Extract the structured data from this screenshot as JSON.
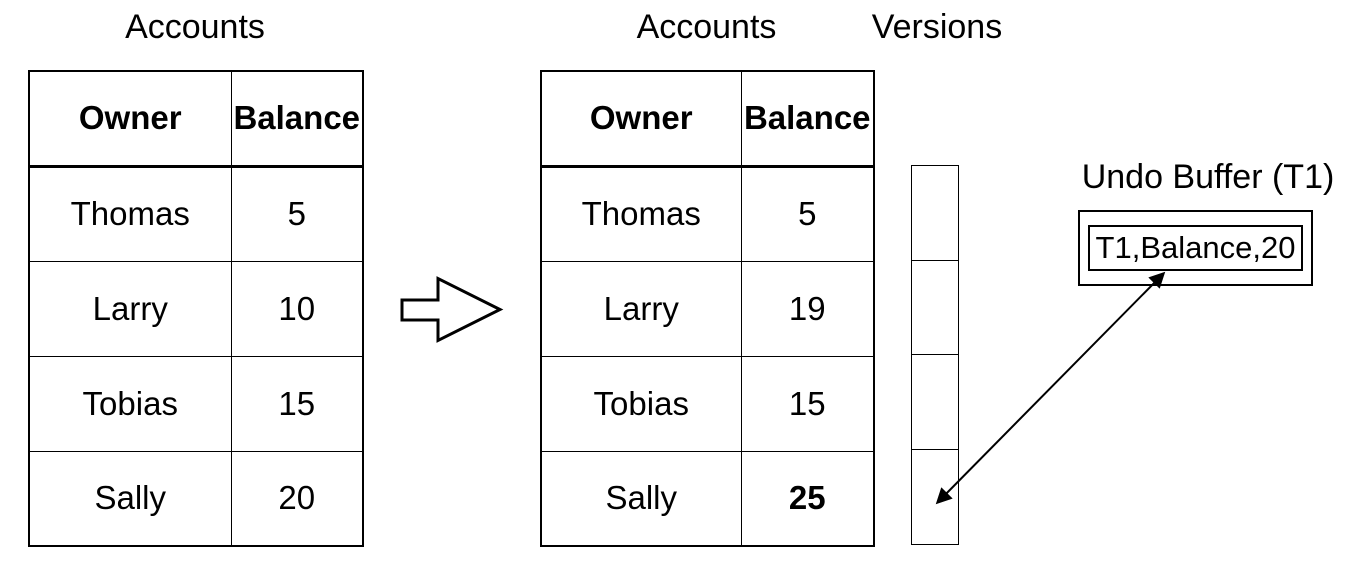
{
  "canvas": {
    "ink": "#000000",
    "background": "#ffffff"
  },
  "before_state": {
    "title": "Accounts",
    "table": {
      "headers": {
        "owner": "Owner",
        "balance": "Balance"
      },
      "rows": [
        {
          "owner": "Thomas",
          "balance": "5"
        },
        {
          "owner": "Larry",
          "balance": "10"
        },
        {
          "owner": "Tobias",
          "balance": "15"
        },
        {
          "owner": "Sally",
          "balance": "20"
        }
      ]
    }
  },
  "after_state": {
    "title": "Accounts",
    "table": {
      "headers": {
        "owner": "Owner",
        "balance": "Balance"
      },
      "rows": [
        {
          "owner": "Thomas",
          "balance": "5",
          "bold_balance": false
        },
        {
          "owner": "Larry",
          "balance": "19",
          "bold_balance": false
        },
        {
          "owner": "Tobias",
          "balance": "15",
          "bold_balance": false
        },
        {
          "owner": "Sally",
          "balance": "25",
          "bold_balance": true
        }
      ]
    }
  },
  "versions_column": {
    "title": "Versions",
    "cell_count": 4
  },
  "undo_buffer": {
    "title": "Undo Buffer (T1)",
    "entry": "T1,Balance,20"
  },
  "icons": {
    "transition_arrow": "right-block-arrow",
    "undo_link": "double-headed-arrow"
  }
}
